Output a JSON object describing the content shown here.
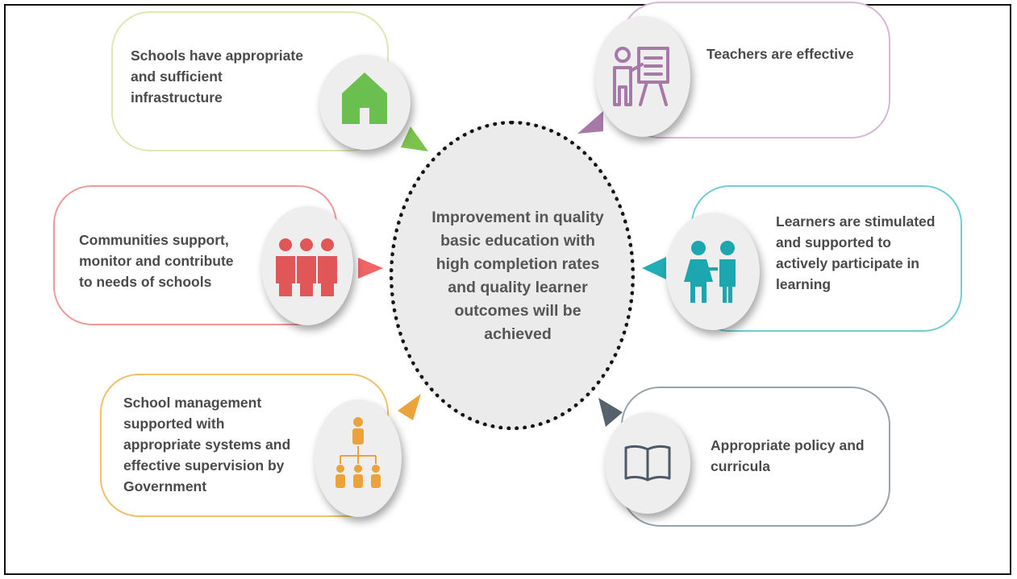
{
  "center": {
    "lines": [
      "Improvement in quality",
      "basic education with",
      "high completion rates",
      "and quality learner",
      "outcomes will be",
      "achieved"
    ]
  },
  "nodes": {
    "infrastructure": {
      "lines": [
        "Schools have appropriate",
        "and sufficient",
        "infrastructure"
      ],
      "icon": "house-icon",
      "color": "#6bbf4e"
    },
    "teachers": {
      "lines": [
        "Teachers are effective"
      ],
      "icon": "teacher-board-icon",
      "color": "#a779a8"
    },
    "communities": {
      "lines": [
        "Communities support,",
        "monitor and contribute",
        "to needs of schools"
      ],
      "icon": "people-group-icon",
      "color": "#e15656"
    },
    "learners": {
      "lines": [
        "Learners are stimulated",
        "and supported to",
        "actively participate in",
        "learning"
      ],
      "icon": "children-icon",
      "color": "#1ba6b0"
    },
    "management": {
      "lines": [
        "School management",
        "supported with",
        "appropriate systems and",
        "effective supervision by",
        "Government"
      ],
      "icon": "org-chart-icon",
      "color": "#eba23a"
    },
    "policy": {
      "lines": [
        "Appropriate policy and",
        "curricula"
      ],
      "icon": "book-icon",
      "color": "#4c5a66"
    }
  }
}
